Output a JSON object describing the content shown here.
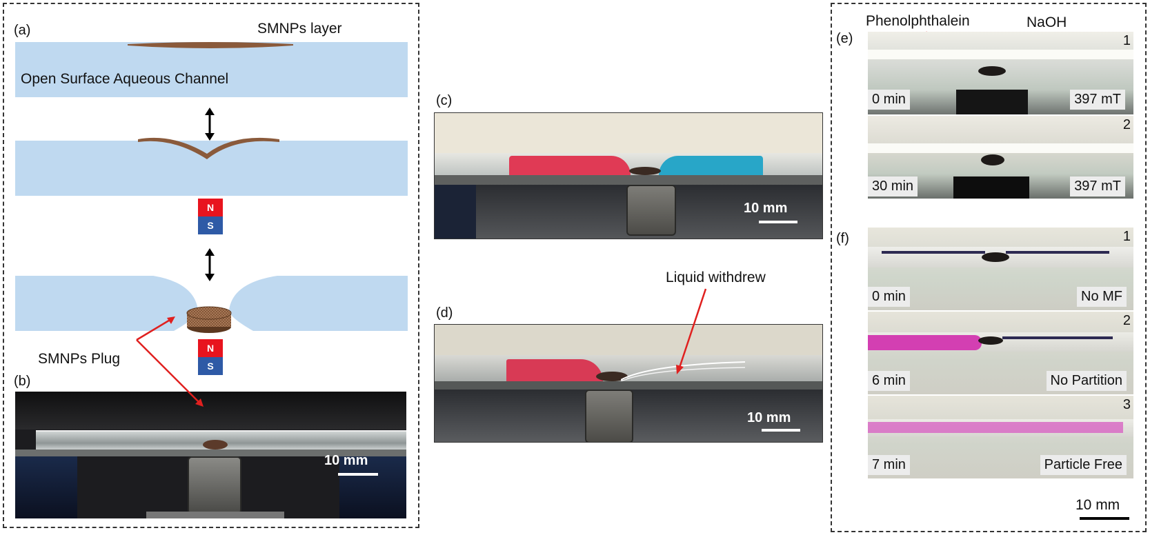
{
  "panels": {
    "a": {
      "label": "(a)",
      "layer_label": "SMNPs layer",
      "channel_label": "Open Surface Aqueous Channel",
      "plug_label": "SMNPs Plug",
      "magnet_n": "N",
      "magnet_s": "S"
    },
    "b": {
      "label": "(b)",
      "scale": "10 mm"
    },
    "c": {
      "label": "(c)",
      "scale": "10 mm"
    },
    "d": {
      "label": "(d)",
      "annotation": "Liquid withdrew",
      "scale": "10 mm"
    },
    "e": {
      "label": "(e)",
      "left_arrow_label": "Phenolphthalein",
      "right_arrow_label": "NaOH",
      "strips": [
        {
          "num": "1",
          "time": "0 min",
          "field": "397 mT"
        },
        {
          "num": "2",
          "time": "30 min",
          "field": "397 mT"
        }
      ]
    },
    "f": {
      "label": "(f)",
      "strips": [
        {
          "num": "1",
          "time": "0 min",
          "condition": "No MF"
        },
        {
          "num": "2",
          "time": "6 min",
          "condition": "No Partition"
        },
        {
          "num": "3",
          "time": "7 min",
          "condition": "Particle Free"
        }
      ],
      "scale": "10 mm"
    }
  },
  "colors": {
    "water": "#bfd9f0",
    "particles": "#8a5a3b",
    "red_liquid": "#e03a55",
    "blue_liquid": "#28a6c8",
    "pink_liquid": "#d33fb2",
    "arrow": "#e0201f"
  }
}
